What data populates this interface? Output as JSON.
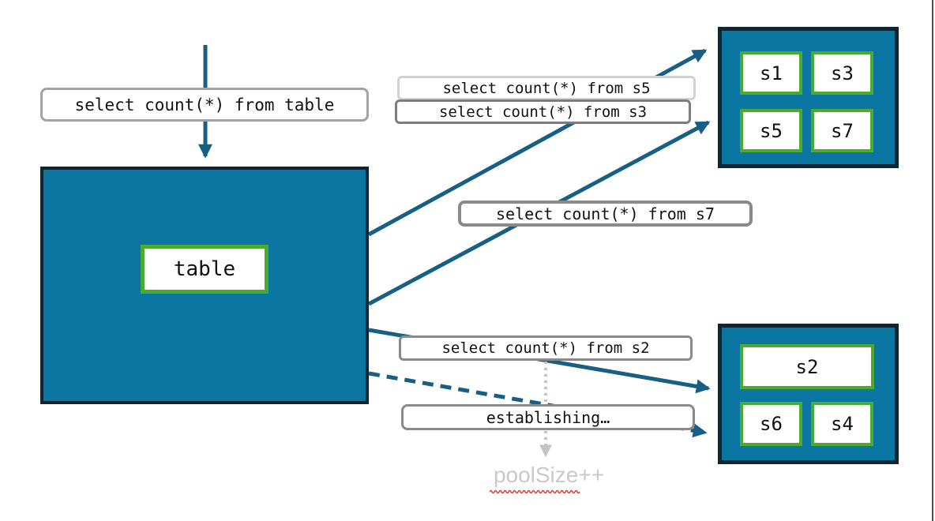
{
  "diagram": {
    "title_semantics": "sharded query fan-out with connection pool growth",
    "source": {
      "query_label": "select count(*) from table",
      "table_label": "table"
    },
    "queries": {
      "s5": "select count(*) from s5",
      "s3": "select count(*) from s3",
      "s7": "select count(*) from s7",
      "s2": "select count(*) from s2",
      "establishing": "establishing…"
    },
    "shards": {
      "top_group": [
        "s1",
        "s3",
        "s5",
        "s7"
      ],
      "bottom_group": [
        "s2",
        "s6",
        "s4"
      ]
    },
    "pool_note": "poolSize++"
  },
  "colors": {
    "teal_fill": "#0c76a3",
    "dark_border": "#0e2533",
    "green_border": "#4caa2f",
    "arrow_blue": "#175f84",
    "label_border_gray": "#8a8a8a",
    "label_border_faded": "#d2d2d2",
    "note_gray": "#c9c9c9",
    "dotted_arrow_gray": "#c4c4c4",
    "spellcheck_red": "#ee3124",
    "page_edge_gray": "#4c4c4c"
  }
}
